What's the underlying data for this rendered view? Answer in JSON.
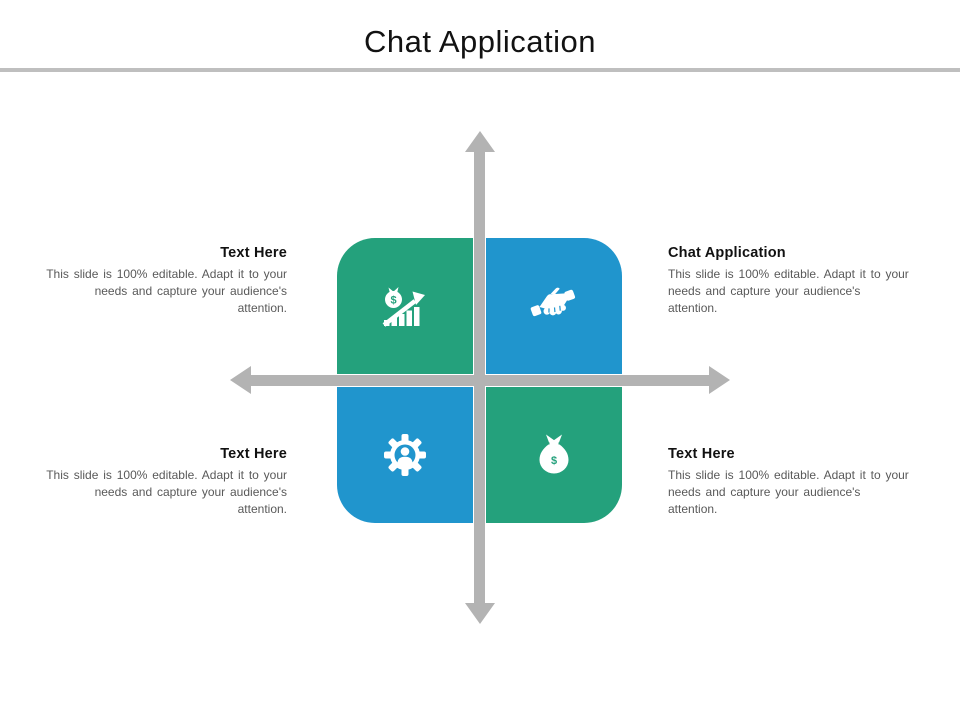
{
  "slide": {
    "title": "Chat Application"
  },
  "colors": {
    "teal": "#24A17C",
    "blue": "#2095CD",
    "arrow-gray": "#b3b3b3",
    "divider-gray": "#bfbfbf",
    "heading-text": "#111111",
    "body-text": "#595959",
    "icon-white": "#ffffff"
  },
  "callouts": [
    {
      "position": "top-left",
      "heading": "Text Here",
      "body": "This slide is 100% editable. Adapt it to your needs and capture your audience's attention."
    },
    {
      "position": "top-right",
      "heading": "Chat Application",
      "body": "This slide is 100% editable. Adapt it to your needs and capture your audience's attention."
    },
    {
      "position": "bottom-left",
      "heading": "Text Here",
      "body": "This slide is 100% editable. Adapt it to your needs and capture your audience's attention."
    },
    {
      "position": "bottom-right",
      "heading": "Text Here",
      "body": "This slide is 100% editable. Adapt it to your needs and capture your audience's attention."
    }
  ],
  "quadrants": [
    {
      "position": "top-left",
      "icon": "money-growth-icon",
      "color": "#24A17C"
    },
    {
      "position": "top-right",
      "icon": "handshake-icon",
      "color": "#2095CD"
    },
    {
      "position": "bottom-left",
      "icon": "person-gear-icon",
      "color": "#2095CD"
    },
    {
      "position": "bottom-right",
      "icon": "money-bag-icon",
      "color": "#24A17C"
    }
  ],
  "icons": {
    "dollar": "$"
  }
}
